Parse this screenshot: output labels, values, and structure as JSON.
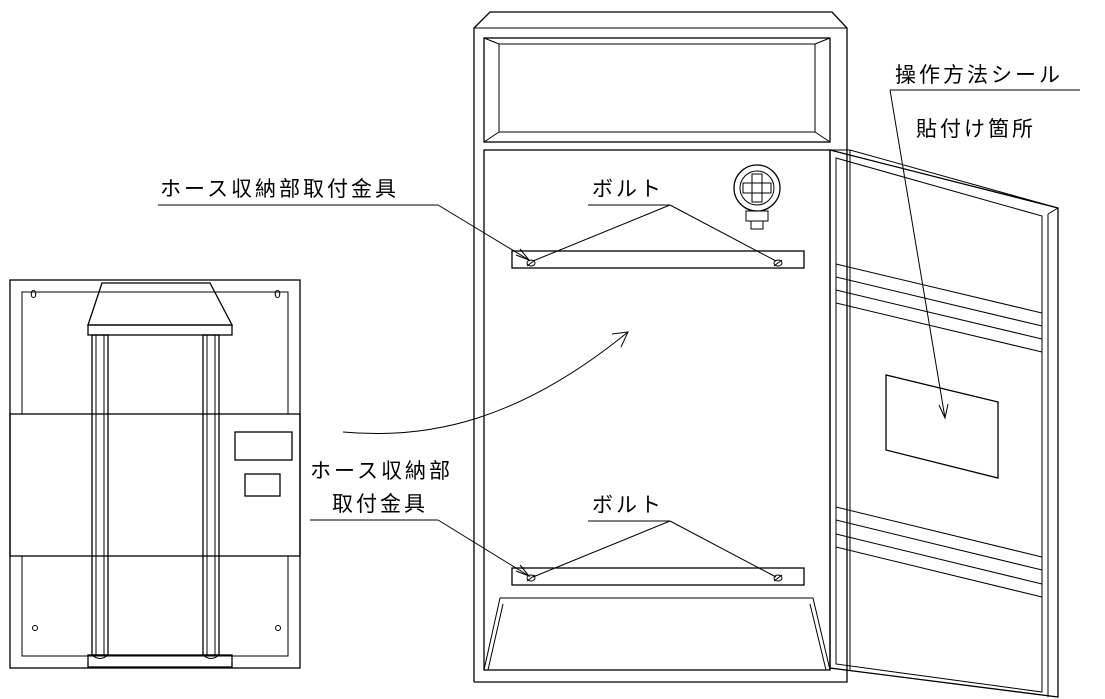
{
  "labels": {
    "hose_bracket_top": "ホース収納部取付金具",
    "hose_bracket_left_line1": "ホース収納部",
    "hose_bracket_left_line2": "取付金具",
    "bolt_top": "ボルト",
    "bolt_bottom": "ボルト",
    "sticker_line1": "操作方法シール",
    "sticker_line2": "貼付け箇所"
  },
  "mount_hole_marks": [
    "0",
    "0"
  ]
}
